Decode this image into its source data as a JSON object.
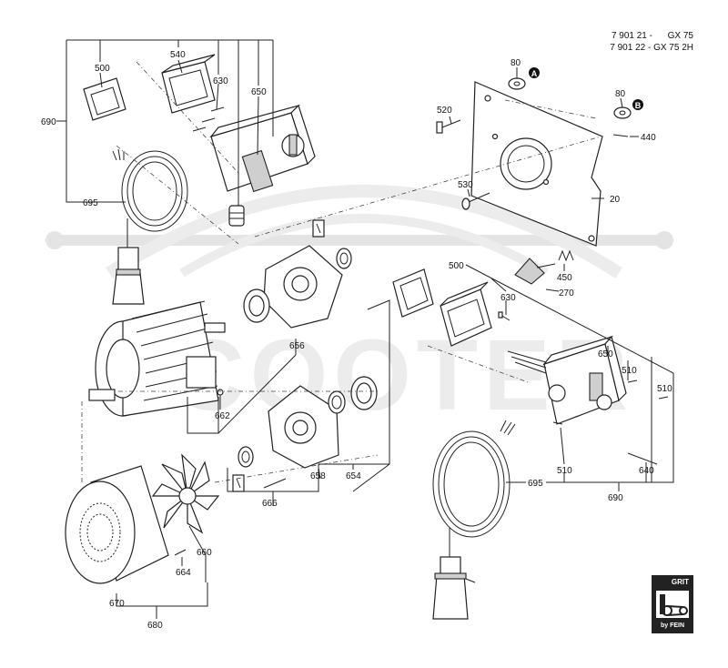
{
  "header": {
    "line1": "7 901 21 -      GX 75",
    "line2": "7 901 22 - GX 75 2H"
  },
  "markers": {
    "a": "A",
    "b": "B"
  },
  "labels": {
    "l500a": "500",
    "l540": "540",
    "l630a": "630",
    "l650a": "650",
    "l690a": "690",
    "l695a": "695",
    "l80a": "80",
    "l80b": "80",
    "l520": "520",
    "l440": "440",
    "l530": "530",
    "l20": "20",
    "l500b": "500",
    "l450": "450",
    "l270": "270",
    "l630b": "630",
    "l656": "656",
    "l662": "662",
    "l650b": "650",
    "l510a": "510",
    "l510b": "510",
    "l658": "658",
    "l654": "654",
    "l666": "666",
    "l660": "660",
    "l664": "664",
    "l670": "670",
    "l680": "680",
    "l510c": "510",
    "l640": "640",
    "l695b": "695",
    "l690b": "690"
  },
  "logo": {
    "top": "GRIT",
    "bottom": "by FEIN"
  },
  "colors": {
    "ink": "#222222",
    "watermark": "#e4e4e4",
    "paper": "#ffffff"
  }
}
